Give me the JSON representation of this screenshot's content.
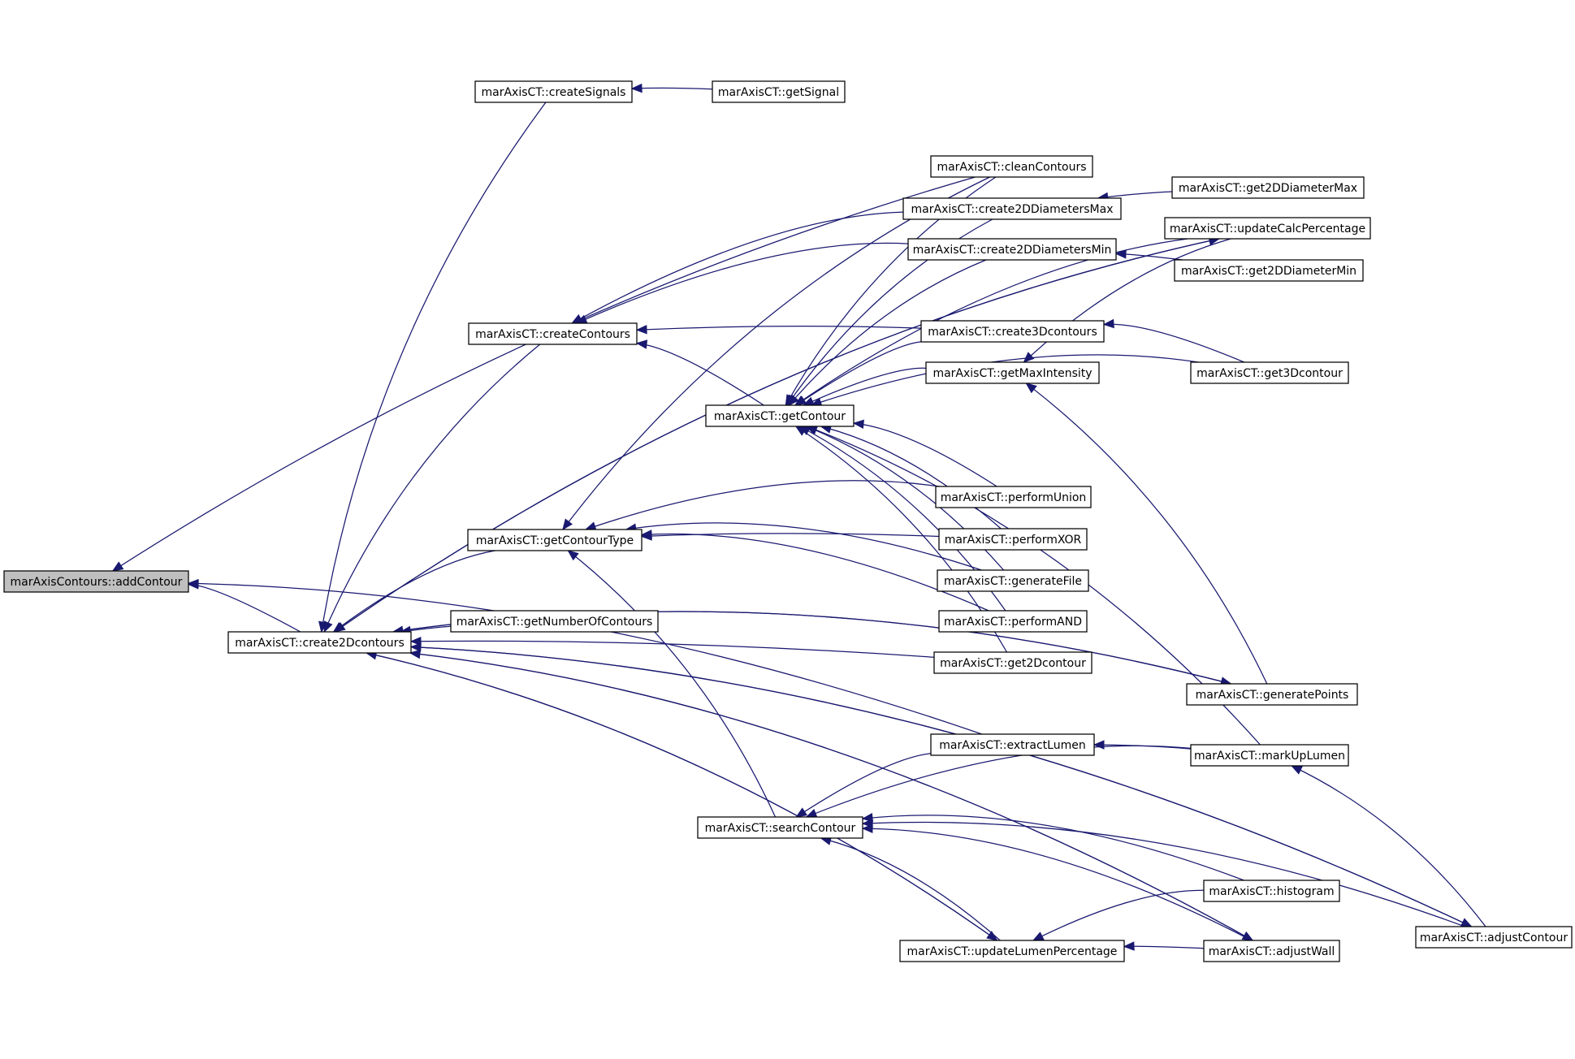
{
  "colors": {
    "background": "#ffffff",
    "edge": "#191970",
    "node_fill": "#ffffff",
    "root_fill": "#bfbfbf",
    "border": "#000000"
  },
  "nodes": [
    {
      "id": "addContour",
      "label": "marAxisContours::addContour",
      "root": true
    },
    {
      "id": "create2Dcontours",
      "label": "marAxisCT::create2Dcontours"
    },
    {
      "id": "createSignals",
      "label": "marAxisCT::createSignals"
    },
    {
      "id": "getSignal",
      "label": "marAxisCT::getSignal"
    },
    {
      "id": "createContours",
      "label": "marAxisCT::createContours"
    },
    {
      "id": "getContourType",
      "label": "marAxisCT::getContourType"
    },
    {
      "id": "getNumberOfContours",
      "label": "marAxisCT::getNumberOfContours"
    },
    {
      "id": "getContour",
      "label": "marAxisCT::getContour"
    },
    {
      "id": "searchContour",
      "label": "marAxisCT::searchContour"
    },
    {
      "id": "updateLumenPercentage",
      "label": "marAxisCT::updateLumenPercentage"
    },
    {
      "id": "cleanContours",
      "label": "marAxisCT::cleanContours"
    },
    {
      "id": "create2DDiametersMax",
      "label": "marAxisCT::create2DDiametersMax"
    },
    {
      "id": "create2DDiametersMin",
      "label": "marAxisCT::create2DDiametersMin"
    },
    {
      "id": "create3Dcontours",
      "label": "marAxisCT::create3Dcontours"
    },
    {
      "id": "getMaxIntensity",
      "label": "marAxisCT::getMaxIntensity"
    },
    {
      "id": "performUnion",
      "label": "marAxisCT::performUnion"
    },
    {
      "id": "performXOR",
      "label": "marAxisCT::performXOR"
    },
    {
      "id": "generateFile",
      "label": "marAxisCT::generateFile"
    },
    {
      "id": "performAND",
      "label": "marAxisCT::performAND"
    },
    {
      "id": "get2Dcontour",
      "label": "marAxisCT::get2Dcontour"
    },
    {
      "id": "extractLumen",
      "label": "marAxisCT::extractLumen"
    },
    {
      "id": "get2DDiameterMax",
      "label": "marAxisCT::get2DDiameterMax"
    },
    {
      "id": "updateCalcPercentage",
      "label": "marAxisCT::updateCalcPercentage"
    },
    {
      "id": "get2DDiameterMin",
      "label": "marAxisCT::get2DDiameterMin"
    },
    {
      "id": "get3Dcontour",
      "label": "marAxisCT::get3Dcontour"
    },
    {
      "id": "generatePoints",
      "label": "marAxisCT::generatePoints"
    },
    {
      "id": "markUpLumen",
      "label": "marAxisCT::markUpLumen"
    },
    {
      "id": "histogram",
      "label": "marAxisCT::histogram"
    },
    {
      "id": "adjustWall",
      "label": "marAxisCT::adjustWall"
    },
    {
      "id": "adjustContour",
      "label": "marAxisCT::adjustContour"
    }
  ],
  "edges": [
    {
      "from": "create2Dcontours",
      "to": "addContour"
    },
    {
      "from": "cleanContours",
      "to": "addContour"
    },
    {
      "from": "extractLumen",
      "to": "addContour"
    },
    {
      "from": "getSignal",
      "to": "createSignals"
    },
    {
      "from": "createSignals",
      "to": "create2Dcontours"
    },
    {
      "from": "createContours",
      "to": "create2Dcontours"
    },
    {
      "from": "getContourType",
      "to": "create2Dcontours"
    },
    {
      "from": "getNumberOfContours",
      "to": "create2Dcontours"
    },
    {
      "from": "get2Dcontour",
      "to": "create2Dcontours"
    },
    {
      "from": "generatePoints",
      "to": "create2Dcontours"
    },
    {
      "from": "updateLumenPercentage",
      "to": "create2Dcontours"
    },
    {
      "from": "adjustWall",
      "to": "create2Dcontours"
    },
    {
      "from": "adjustContour",
      "to": "create2Dcontours"
    },
    {
      "from": "updateCalcPercentage",
      "to": "create2Dcontours"
    },
    {
      "from": "create2DDiametersMax",
      "to": "createContours"
    },
    {
      "from": "create2DDiametersMin",
      "to": "createContours"
    },
    {
      "from": "create3Dcontours",
      "to": "createContours"
    },
    {
      "from": "getContour",
      "to": "createContours"
    },
    {
      "from": "performUnion",
      "to": "getContourType"
    },
    {
      "from": "performXOR",
      "to": "getContourType"
    },
    {
      "from": "generateFile",
      "to": "getContourType"
    },
    {
      "from": "performAND",
      "to": "getContourType"
    },
    {
      "from": "cleanContours",
      "to": "getContourType"
    },
    {
      "from": "searchContour",
      "to": "getContourType"
    },
    {
      "from": "cleanContours",
      "to": "getContour"
    },
    {
      "from": "create2DDiametersMax",
      "to": "getContour"
    },
    {
      "from": "create2DDiametersMin",
      "to": "getContour"
    },
    {
      "from": "create3Dcontours",
      "to": "getContour"
    },
    {
      "from": "getMaxIntensity",
      "to": "getContour"
    },
    {
      "from": "get3Dcontour",
      "to": "getContour"
    },
    {
      "from": "updateCalcPercentage",
      "to": "getContour"
    },
    {
      "from": "markUpLumen",
      "to": "getContour"
    },
    {
      "from": "performUnion",
      "to": "getContour"
    },
    {
      "from": "performXOR",
      "to": "getContour"
    },
    {
      "from": "generateFile",
      "to": "getContour"
    },
    {
      "from": "performAND",
      "to": "getContour"
    },
    {
      "from": "get2Dcontour",
      "to": "getContour"
    },
    {
      "from": "get2DDiameterMax",
      "to": "create2DDiametersMax"
    },
    {
      "from": "get2DDiameterMin",
      "to": "create2DDiametersMin"
    },
    {
      "from": "get3Dcontour",
      "to": "create3Dcontours"
    },
    {
      "from": "generatePoints",
      "to": "getMaxIntensity"
    },
    {
      "from": "updateCalcPercentage",
      "to": "getMaxIntensity"
    },
    {
      "from": "markUpLumen",
      "to": "extractLumen"
    },
    {
      "from": "extractLumen",
      "to": "searchContour"
    },
    {
      "from": "markUpLumen",
      "to": "searchContour"
    },
    {
      "from": "adjustContour",
      "to": "searchContour"
    },
    {
      "from": "histogram",
      "to": "searchContour"
    },
    {
      "from": "adjustWall",
      "to": "searchContour"
    },
    {
      "from": "updateLumenPercentage",
      "to": "searchContour"
    },
    {
      "from": "histogram",
      "to": "updateLumenPercentage"
    },
    {
      "from": "adjustWall",
      "to": "updateLumenPercentage"
    },
    {
      "from": "create2Dcontours",
      "to": "updateLumenPercentage"
    },
    {
      "from": "create2Dcontours",
      "to": "generatePoints"
    },
    {
      "from": "create2Dcontours",
      "to": "adjustWall"
    },
    {
      "from": "create2Dcontours",
      "to": "adjustContour"
    },
    {
      "from": "create2Dcontours",
      "to": "updateCalcPercentage"
    },
    {
      "from": "adjustContour",
      "to": "markUpLumen"
    }
  ]
}
